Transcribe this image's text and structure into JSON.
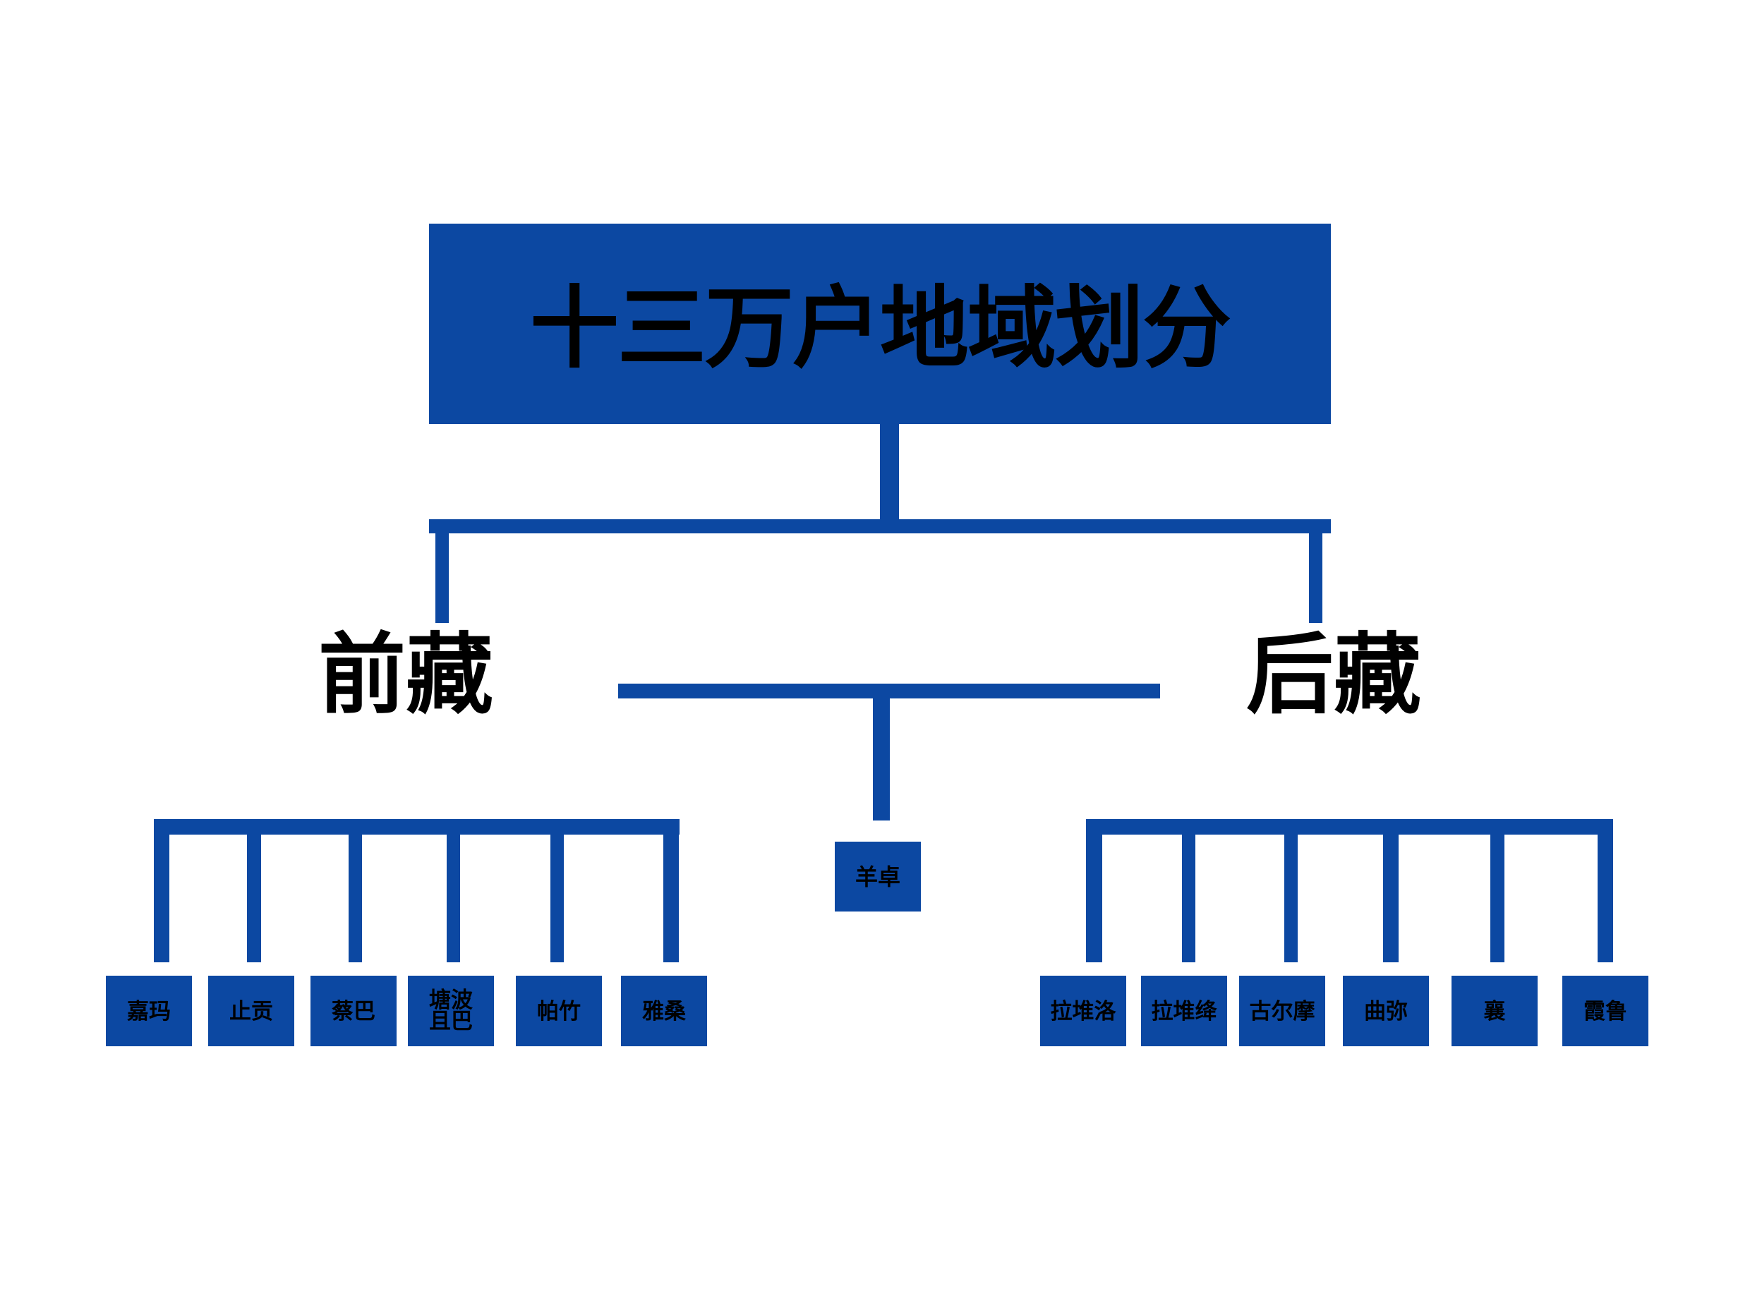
{
  "colors": {
    "accent": "#0c48a2",
    "text": "#000000",
    "background": "#ffffff"
  },
  "tree": {
    "root": {
      "label": "十三万户地域划分"
    },
    "branches": [
      {
        "label": "前藏",
        "children": [
          {
            "label": "嘉玛"
          },
          {
            "label": "止贡"
          },
          {
            "label": "蔡巴"
          },
          {
            "label": "塘波且巴"
          },
          {
            "label": "帕竹"
          },
          {
            "label": "雅桑"
          }
        ]
      },
      {
        "label": "后藏",
        "children": [
          {
            "label": "拉堆洛"
          },
          {
            "label": "拉堆绛"
          },
          {
            "label": "古尔摩"
          },
          {
            "label": "曲弥"
          },
          {
            "label": "襄"
          },
          {
            "label": "霞鲁"
          }
        ]
      }
    ],
    "middle": {
      "label": "羊卓"
    }
  }
}
